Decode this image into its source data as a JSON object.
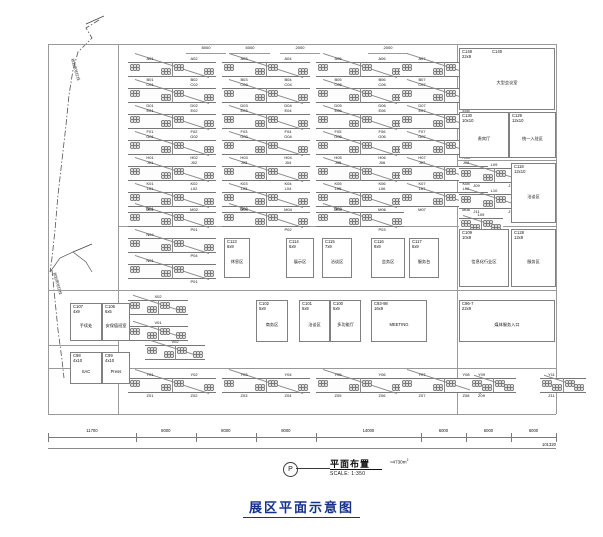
{
  "drawing": {
    "sheet_title": "展区平面示意图",
    "plan_title": "平面布置",
    "scale_label": "SCALE: 1:350",
    "area_label": "≈4730m",
    "area_unit": "2",
    "north_mark": "P",
    "boundary_note": "规划用地红线"
  },
  "dimension_chain": {
    "segments": [
      "11700",
      "8000",
      "8000",
      "8000",
      "14000",
      "6000",
      "6000",
      "6000"
    ],
    "total": "101320"
  },
  "top_dimensions": [
    "8000",
    "6000",
    "2000",
    "2000"
  ],
  "rooms": [
    {
      "code": "C148",
      "size": "22x9",
      "name": "大型会议室"
    },
    {
      "code": "C149",
      "size": "",
      "name": ""
    },
    {
      "code": "C130",
      "size": "10x10",
      "name": "贵宾厅"
    },
    {
      "code": "C129",
      "size": "12x10",
      "name": "统一入驻区"
    },
    {
      "code": "C118",
      "size": "12x10",
      "name": "洽谈区"
    },
    {
      "code": "C128",
      "size": "12x9",
      "name": "服务区"
    },
    {
      "code": "C109",
      "size": "10x9",
      "name": "信息化行业区"
    },
    {
      "code": "C107",
      "size": "4x9",
      "name": "手续处"
    },
    {
      "code": "C106",
      "size": "6x5",
      "name": "安保值班室"
    },
    {
      "code": "C98",
      "size": "4x10",
      "name": "SAC"
    },
    {
      "code": "C99",
      "size": "4x10",
      "name": "Press"
    },
    {
      "code": "C102",
      "size": "5x9",
      "name": "商务区"
    },
    {
      "code": "C101",
      "size": "5x9",
      "name": "洽谈区"
    },
    {
      "code": "C100",
      "size": "5x9",
      "name": "多功能厅"
    },
    {
      "code": "C93-98",
      "size": "16x9",
      "name": "MEETING"
    },
    {
      "code": "C96-7",
      "size": "22x9",
      "name": "媒体服务入口"
    },
    {
      "code": "C113",
      "size": "6x9",
      "name": "休息区"
    },
    {
      "code": "C114",
      "size": "6x9",
      "name": "展示区"
    },
    {
      "code": "C115",
      "size": "7x9",
      "name": "洽谈区"
    },
    {
      "code": "C116",
      "size": "9x9",
      "name": "会务区"
    },
    {
      "code": "C117",
      "size": "6x9",
      "name": "服务台"
    }
  ],
  "booth_rows": [
    {
      "top_tags": [
        "A01",
        "A02",
        "A03",
        "A04",
        "A05",
        "A06",
        "A07",
        "A08"
      ],
      "bottom_tags": [
        "B01",
        "B02",
        "B03",
        "B04",
        "B05",
        "B06",
        "B07",
        "B08"
      ]
    },
    {
      "top_tags": [
        "C01",
        "C02",
        "C03",
        "C04",
        "C05",
        "C06",
        "C07",
        "C08"
      ],
      "bottom_tags": [
        "D01",
        "D02",
        "D03",
        "D04",
        "D05",
        "D06",
        "D07",
        "D08"
      ]
    },
    {
      "top_tags": [
        "E01",
        "E02",
        "E03",
        "E04",
        "E05",
        "E06",
        "E07",
        "E08"
      ],
      "bottom_tags": [
        "F01",
        "F02",
        "F03",
        "F04",
        "F05",
        "F06",
        "F07",
        "F08"
      ]
    },
    {
      "top_tags": [
        "G01",
        "G02",
        "G03",
        "G04",
        "G05",
        "G06",
        "G07",
        "G08"
      ],
      "bottom_tags": [
        "H01",
        "H02",
        "H03",
        "H04",
        "H05",
        "H06",
        "H07",
        "H08"
      ]
    },
    {
      "top_tags": [
        "J01",
        "J02",
        "J03",
        "J04",
        "J05",
        "J06",
        "J07",
        "J08"
      ],
      "bottom_tags": [
        "K01",
        "K02",
        "K03",
        "K04",
        "K05",
        "K06",
        "K07",
        "K08"
      ]
    },
    {
      "top_tags": [
        "L01",
        "L02",
        "L03",
        "L04",
        "L05",
        "L06",
        "L07",
        "L08"
      ],
      "bottom_tags": [
        "M01",
        "M02",
        "M03",
        "M04",
        "M05",
        "M06",
        "M07",
        "M08"
      ]
    }
  ],
  "mid_booths": {
    "tags": [
      "N01",
      "N02",
      "N03",
      "N04",
      "N05",
      "N06"
    ],
    "lower_tags": [
      "P01",
      "P02",
      "P03",
      "P04",
      "P05",
      "P06"
    ]
  },
  "right_booths": {
    "tags": [
      "J09",
      "J10",
      "J11",
      "J12"
    ],
    "lower_tags": [
      "L09",
      "L10"
    ],
    "extra": [
      "K07",
      "K08"
    ]
  },
  "bottom_booths": {
    "tags": [
      "Y01",
      "Y02",
      "Y03",
      "Y04",
      "Y05",
      "Y06",
      "Y07",
      "Y08",
      "Y09",
      "Y10",
      "Y11",
      "Y12"
    ],
    "numbers": [
      "Z01",
      "Z02",
      "Z03",
      "Z04",
      "Z05",
      "Z06",
      "Z07",
      "Z08",
      "Z09",
      "Z10",
      "Z11",
      "Z12"
    ]
  },
  "left_booths": {
    "tags": [
      "W01",
      "W02",
      "X01",
      "X02",
      "V01",
      "V02"
    ],
    "numbers": [
      "Y01",
      "Y02"
    ]
  }
}
